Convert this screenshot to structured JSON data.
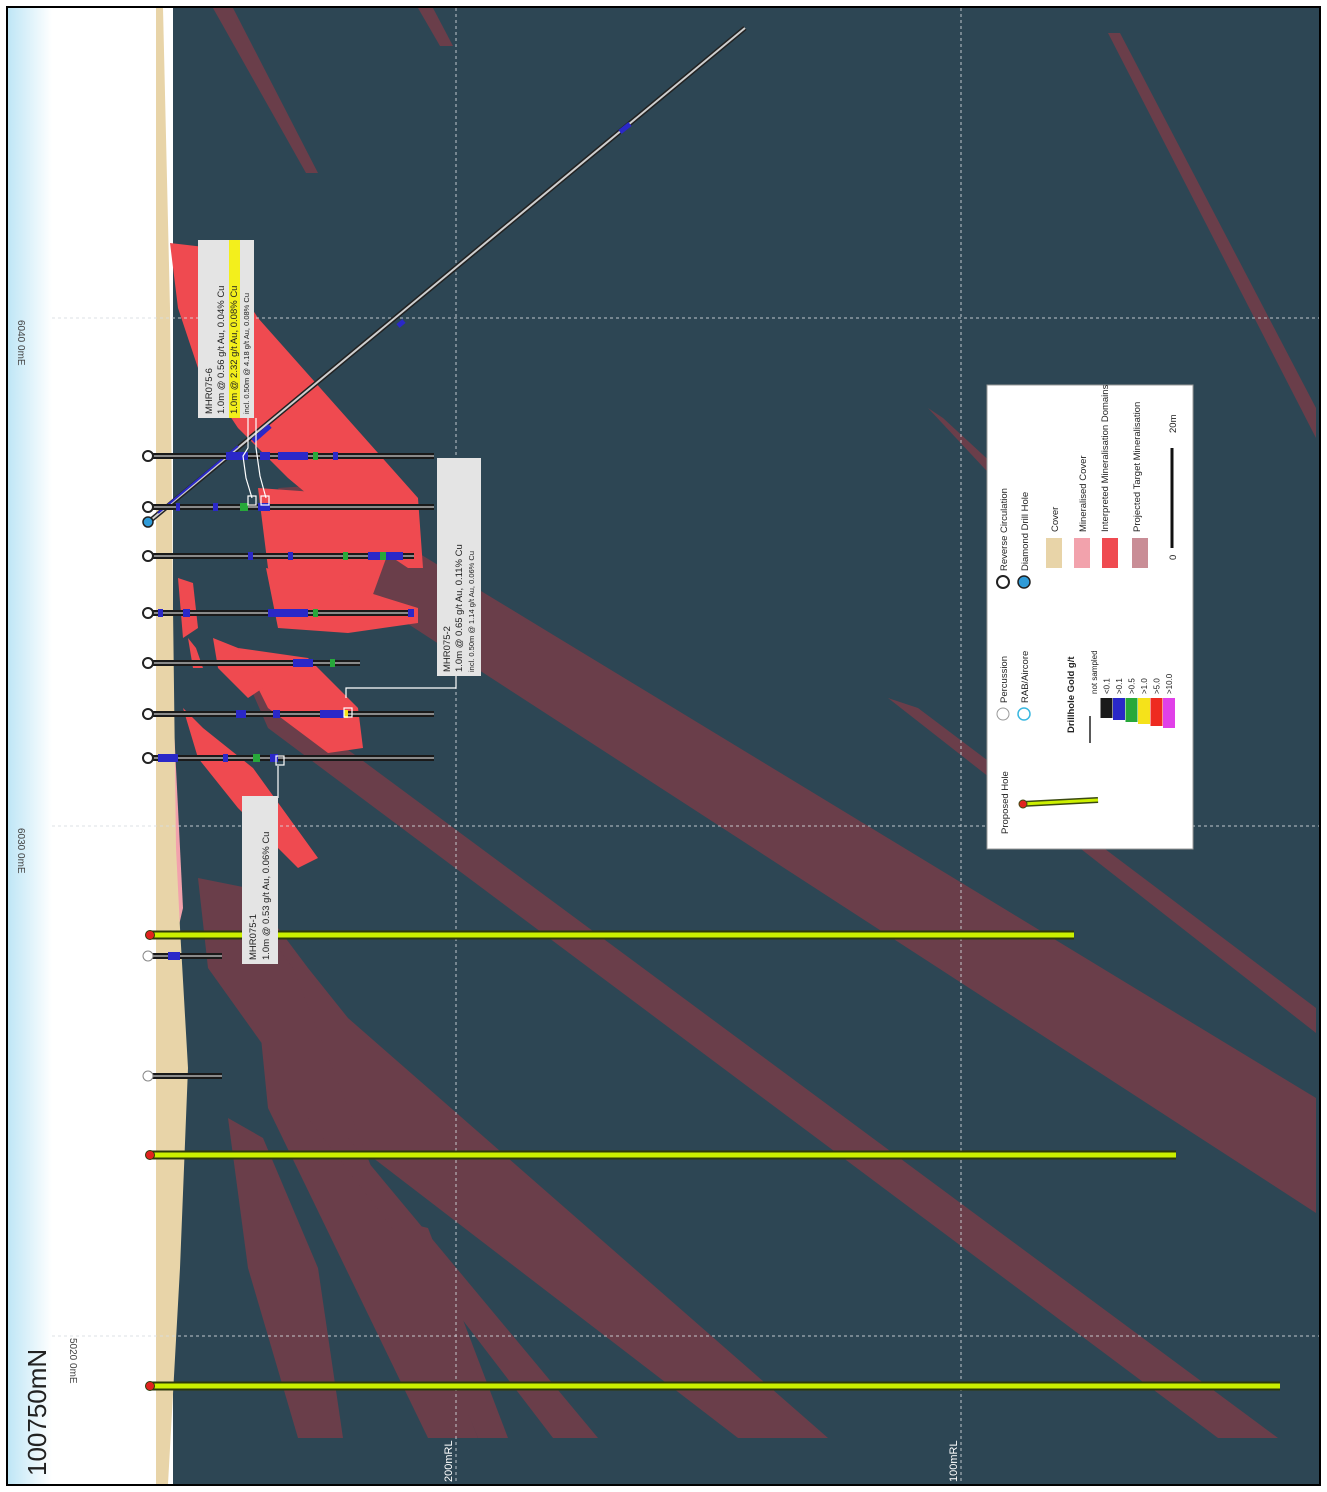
{
  "section": {
    "title": "100750mN",
    "easting_labels": [
      "6040 0mE",
      "6030 0mE",
      "5020 0mE"
    ],
    "rl_labels": [
      "200mRL",
      "100mRL"
    ]
  },
  "colors": {
    "background": "#2d4654",
    "air": "#ffffff",
    "sky_edge": "#bfe6f6",
    "cover": "#e8d4a8",
    "mineralised_cover": "#f2a2ac",
    "interpreted_domain": "#ef4a50",
    "projected_target": "#6a3e4a",
    "proposed_hole": "#ccf000",
    "collar_red": "#e0221e",
    "diamond_blue": "#2f9bd8"
  },
  "callouts": [
    {
      "id": "MHR075-6",
      "lines": [
        "MHR075-6",
        "1.0m @ 0.56 g/t Au, 0.04% Cu",
        "1.0m @ 2.32 g/t Au, 0.08% Cu",
        "incl. 0.50m @ 4.18 g/t Au, 0.08% Cu"
      ],
      "highlight_line": 2
    },
    {
      "id": "MHR075-2",
      "lines": [
        "MHR075-2",
        "1.0m @ 0.65 g/t Au, 0.11% Cu",
        "incl. 0.50m @ 1.14 g/t Au, 0.06% Cu"
      ],
      "highlight_line": -1
    },
    {
      "id": "MHR075-1",
      "lines": [
        "MHR075-1",
        "1.0m @ 0.53 g/t Au, 0.06% Cu"
      ],
      "highlight_line": -1
    }
  ],
  "legend": {
    "proposed_hole": "Proposed Hole",
    "hole_types": [
      "Percussion",
      "RAB/Aircore",
      "Reverse Circulation",
      "Diamond Drill Hole"
    ],
    "gold_title": "Drillhole Gold g/t",
    "gold_classes": [
      {
        "label": "not sampled",
        "color": "#444444"
      },
      {
        "label": "<0.1",
        "color": "#1a1a1a"
      },
      {
        "label": ">0.1",
        "color": "#2a28c8"
      },
      {
        "label": ">0.5",
        "color": "#27a83a"
      },
      {
        "label": ">1.0",
        "color": "#f5e21a"
      },
      {
        "label": ">5.0",
        "color": "#ee2a20"
      },
      {
        "label": ">10.0",
        "color": "#e040e8"
      }
    ],
    "domains": [
      "Cover",
      "Mineralised Cover",
      "Interpreted Mineralisation Domains",
      "Projected Target Mineralisation"
    ],
    "scale": {
      "zero": "0",
      "length": "20m"
    }
  }
}
